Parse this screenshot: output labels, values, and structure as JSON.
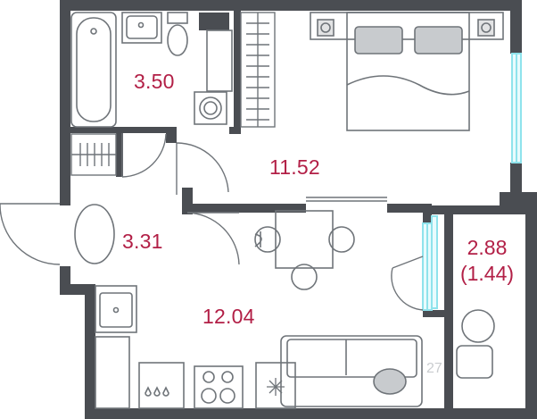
{
  "rooms": {
    "bathroom": {
      "area": "3.50"
    },
    "bedroom": {
      "area": "11.52"
    },
    "hallway": {
      "area": "3.31"
    },
    "kitchen_living": {
      "area": "12.04"
    },
    "balcony": {
      "area": "2.88",
      "reduced_area": "(1.44)"
    }
  },
  "watermark": {
    "text": "27"
  },
  "colors": {
    "wall": "#4a4d52",
    "area_label": "#b21f46",
    "window": "#8fe3ec",
    "furniture": "#6f7479"
  }
}
